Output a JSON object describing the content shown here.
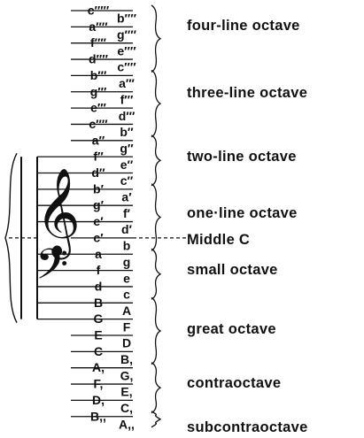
{
  "diagram": {
    "left_notes": [
      "c′′′′′",
      "a′′′′",
      "f′′′′",
      "d′′′′",
      "b′′′",
      "g′′′",
      "e′′′",
      "c′′′′",
      "a′′",
      "f′′",
      "d′′",
      "b′",
      "g′",
      "e′",
      "c′",
      "a",
      "f",
      "d",
      "B",
      "G",
      "E",
      "C",
      "A,",
      "F,",
      "D,",
      "B,,"
    ],
    "right_notes": [
      "b′′′′",
      "g′′′′",
      "e′′′′",
      "c′′′′",
      "a′′′",
      "f′′′",
      "d′′′",
      "b′′",
      "g′′",
      "e′′",
      "c′′",
      "a′",
      "f′",
      "d′",
      "b",
      "g",
      "e",
      "c",
      "A",
      "F",
      "D",
      "B,",
      "G,",
      "E,",
      "C,",
      "A,,"
    ],
    "octave_labels": [
      "four-line octave",
      "three-line octave",
      "two-line octave",
      "one·line octave",
      "Middle C",
      "small octave",
      "great octave",
      "contraoctave",
      "subcontraoctave"
    ],
    "clefs": {
      "treble": "𝄞",
      "bass": "𝄢"
    }
  }
}
